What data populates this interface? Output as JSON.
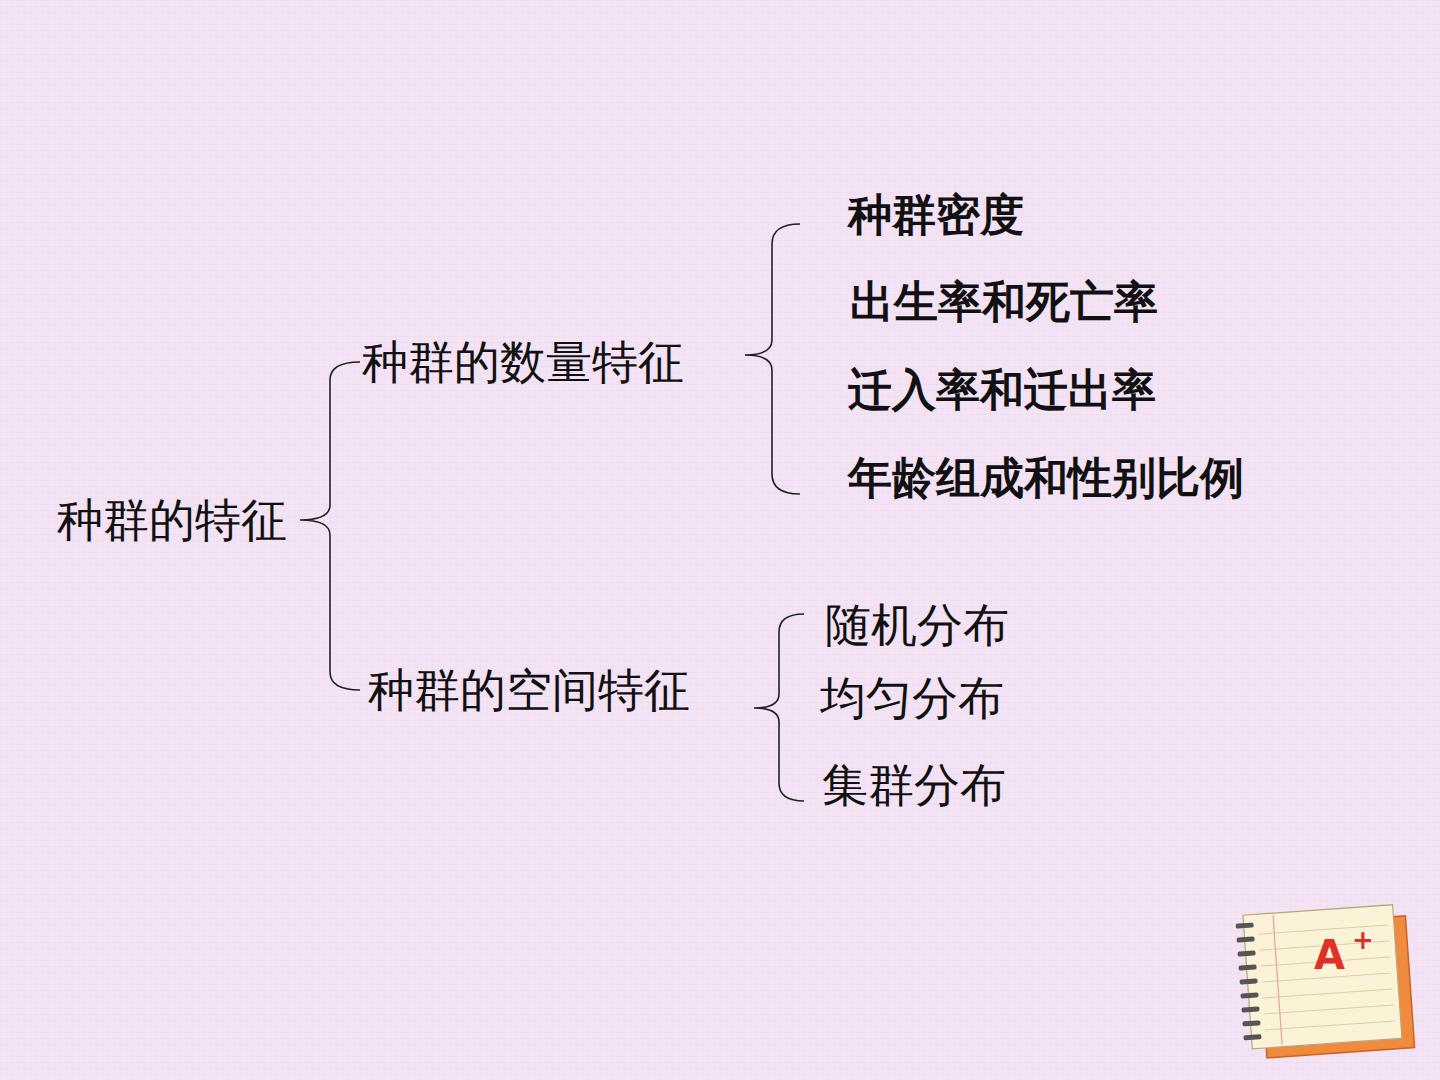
{
  "diagram": {
    "labels": [
      "种群的特征",
      "种群的数量特征",
      "种群密度",
      "出生率和死亡率",
      "迁入率和迁出率",
      "年龄组成和性别比例",
      "种群的空间特征",
      "随机分布",
      "均匀分布",
      "集群分布",
      "A",
      "+"
    ]
  }
}
